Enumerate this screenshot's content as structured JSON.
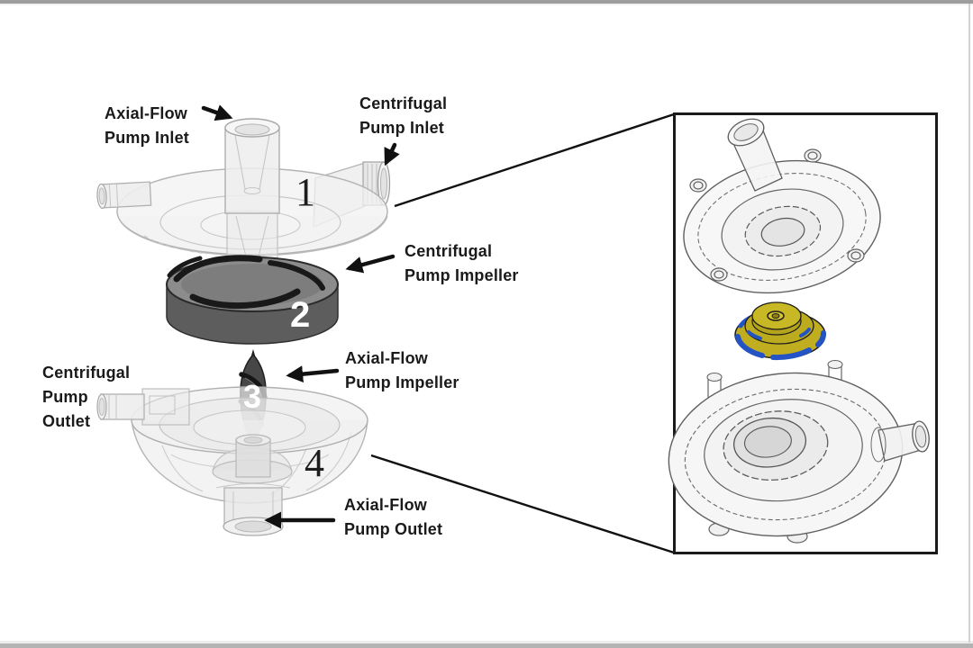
{
  "figure": {
    "title": "Dual pump exploded-view diagram",
    "labels": {
      "axial_flow_pump_inlet": "Axial-Flow\nPump Inlet",
      "centrifugal_pump_inlet": "Centrifugal\nPump Inlet",
      "centrifugal_pump_impeller": "Centrifugal\nPump Impeller",
      "axial_flow_pump_impeller": "Axial-Flow\nPump Impeller",
      "centrifugal_pump_outlet": "Centrifugal\nPump\nOutlet",
      "axial_flow_pump_outlet": "Axial-Flow\nPump Outlet"
    },
    "part_numbers": {
      "combined_housing_top": "1",
      "centrifugal_pump_impeller": "2",
      "axial_flow_pump_impeller": "3",
      "combined_housing_bottom": "4"
    },
    "colors": {
      "annotation": "#111111",
      "impeller_side": "#5d5d5d",
      "impeller_top": "#8c8c8c",
      "inset_impeller_yellow": "#c0ae20",
      "inset_impeller_blue": "#2353c4"
    }
  }
}
